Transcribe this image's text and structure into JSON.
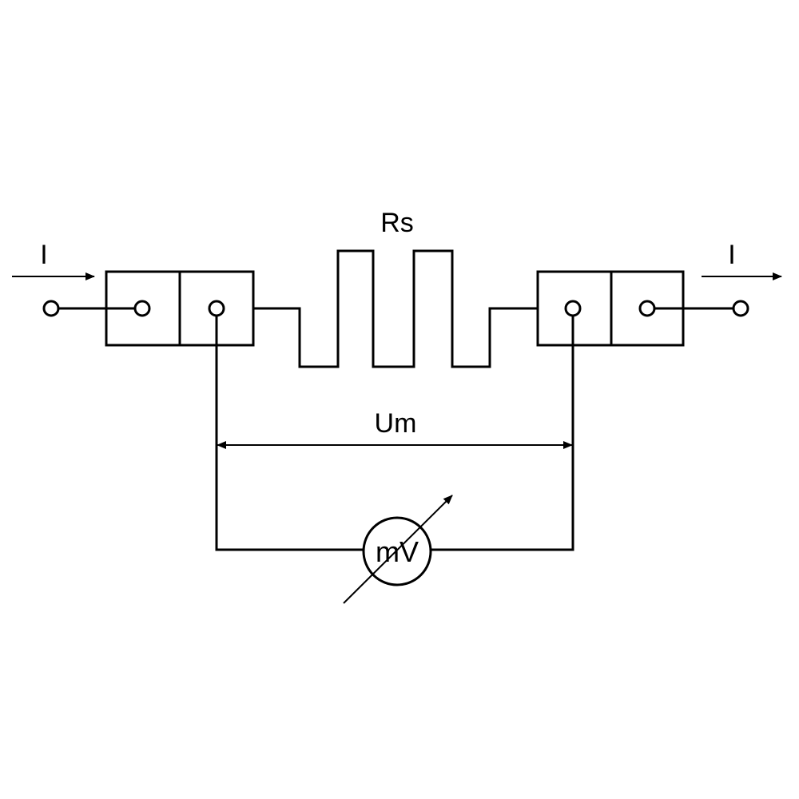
{
  "labels": {
    "current_in": "I",
    "current_out": "I",
    "resistor": "Rs",
    "voltage": "Um",
    "meter": "mV"
  },
  "colors": {
    "stroke": "#000000",
    "background": "#ffffff"
  }
}
